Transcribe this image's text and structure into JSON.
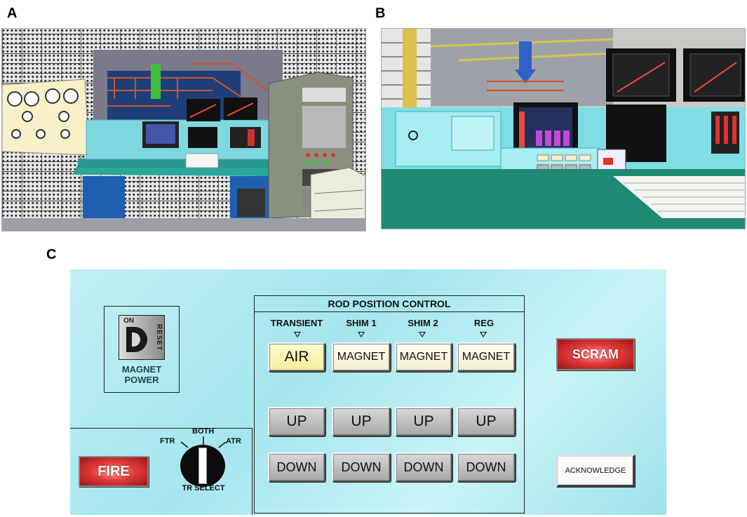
{
  "labels": {
    "a": "A",
    "b": "B",
    "c": "C"
  },
  "panel_c": {
    "magnet_switch": {
      "on": "ON",
      "reset": "RESET",
      "label_line1": "MAGNET",
      "label_line2": "POWER"
    },
    "rod_control_title": "ROD POSITION CONTROL",
    "columns": [
      {
        "header": "TRANSIENT",
        "mode": "AIR",
        "up": "UP",
        "down": "DOWN"
      },
      {
        "header": "SHIM 1",
        "mode": "MAGNET",
        "up": "UP",
        "down": "DOWN"
      },
      {
        "header": "SHIM 2",
        "mode": "MAGNET",
        "up": "UP",
        "down": "DOWN"
      },
      {
        "header": "REG",
        "mode": "MAGNET",
        "up": "UP",
        "down": "DOWN"
      }
    ],
    "scram": "SCRAM",
    "acknowledge": "ACKNOWLEDGE",
    "fire": "FIRE",
    "tr_select": {
      "ftr": "FTR",
      "both": "BOTH",
      "atr": "ATR",
      "label": "TR SELECT"
    }
  },
  "colors": {
    "panel_bg": "#a5e6ee",
    "scram_red": "#e33a3a",
    "console_teal": "#2aa79b"
  }
}
